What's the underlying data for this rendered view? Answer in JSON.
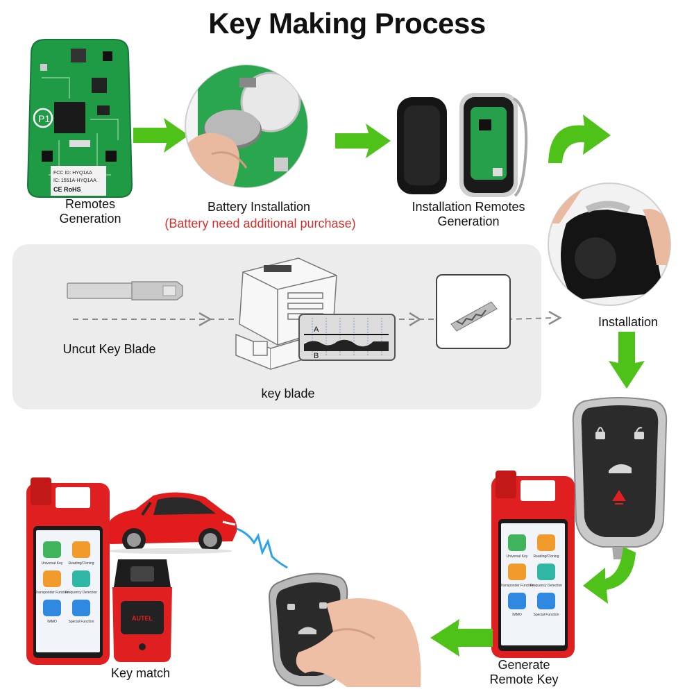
{
  "title": "Key Making Process",
  "steps": {
    "remotes_generation": "Remotes\nGeneration",
    "battery_installation": "Battery Installation",
    "battery_note": "(Battery need additional purchase)",
    "installation_remotes_generation": "Installation Remotes\nGeneration",
    "installation": "Installation",
    "uncut_key_blade": "Uncut Key  Blade",
    "key_blade": "key blade",
    "generate_remote_key": "Generate\nRemote Key",
    "key_match": "Key match"
  },
  "pcb_text": {
    "fcc": "FCC ID: HYQ1AA",
    "ic": "IC: 1551A-HYQ1AA",
    "ce": "CE RoHS"
  },
  "device_apps": [
    "Universal Key",
    "Reading/Cloning",
    "Transponder Function",
    "Frequency Detection",
    "IMMO",
    "Special Function"
  ],
  "blade_graph": {
    "a_label": "A",
    "b_label": "B"
  },
  "dongle_brand": "AUTEL",
  "colors": {
    "arrow_green": "#4fc21a",
    "accent_red": "#e02020",
    "pcb_green": "#1f9a45"
  }
}
